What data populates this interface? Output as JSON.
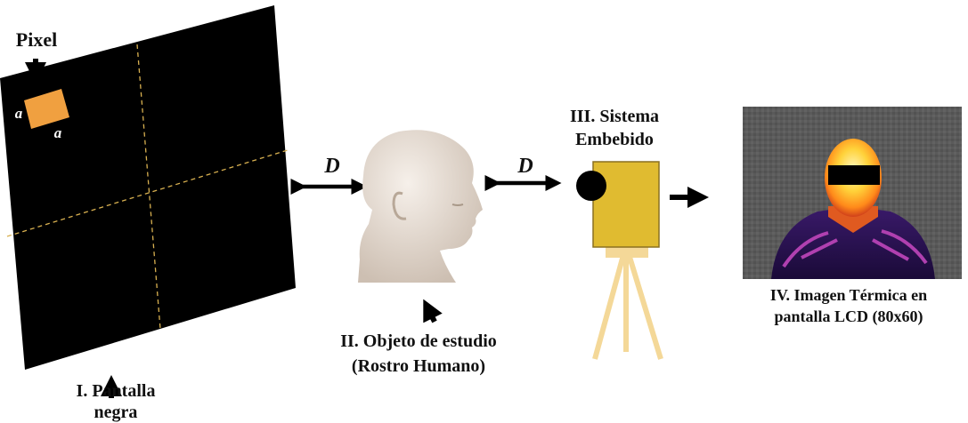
{
  "labels": {
    "pixel": "Pixel",
    "pixel_side": "a",
    "distance": "D",
    "screen": [
      "I. Pantalla",
      "negra"
    ],
    "subject": [
      "II. Objeto de estudio",
      "(Rostro Humano)"
    ],
    "system": [
      "III. Sistema",
      "Embebido"
    ],
    "thermal": [
      "IV. Imagen Térmica en",
      "pantalla LCD (80x60)"
    ]
  },
  "colors": {
    "screen": "#000000",
    "pixel": "#f0a040",
    "guide": "#d8b050",
    "device": "#e0bb30",
    "tripod": "#f4d898",
    "skin": "#e8dfd6"
  }
}
